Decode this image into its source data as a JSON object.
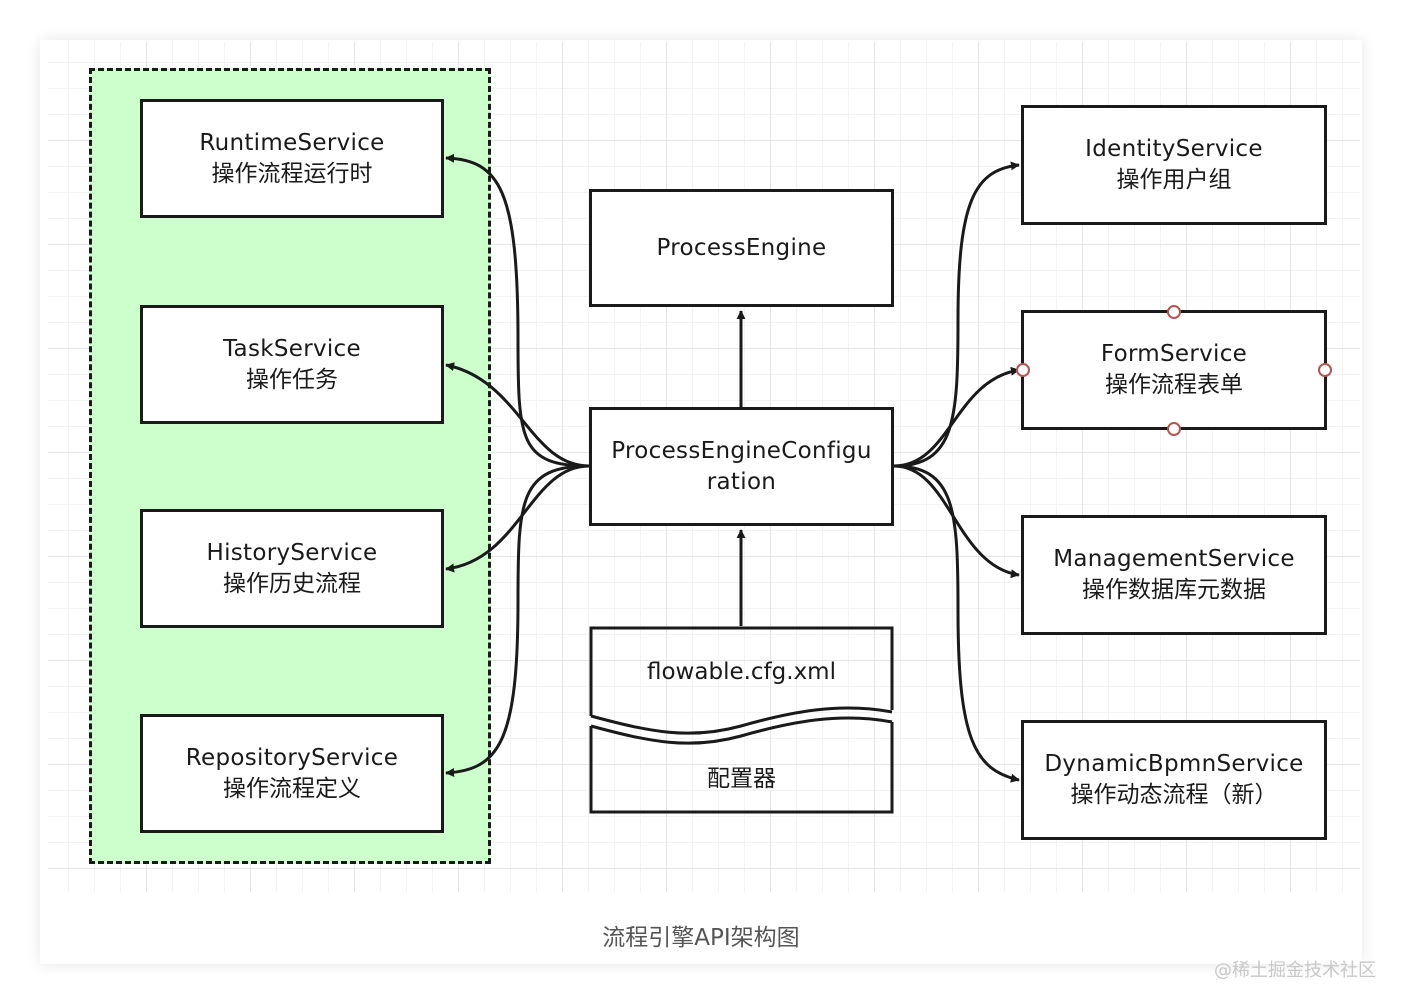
{
  "diagram": {
    "left_group": [
      {
        "id": "runtime",
        "name": "RuntimeService",
        "desc": "操作流程运行时"
      },
      {
        "id": "task",
        "name": "TaskService",
        "desc": "操作任务"
      },
      {
        "id": "history",
        "name": "HistoryService",
        "desc": "操作历史流程"
      },
      {
        "id": "repository",
        "name": "RepositoryService",
        "desc": "操作流程定义"
      }
    ],
    "center": {
      "engine": "ProcessEngine",
      "configuration": "ProcessEngineConfigu\nration",
      "config_file": "flowable.cfg.xml",
      "configurator": "配置器"
    },
    "right_group": [
      {
        "id": "identity",
        "name": "IdentityService",
        "desc": "操作用户组"
      },
      {
        "id": "form",
        "name": "FormService",
        "desc": "操作流程表单"
      },
      {
        "id": "management",
        "name": "ManagementService",
        "desc": "操作数据库元数据"
      },
      {
        "id": "dynamic",
        "name": "DynamicBpmnService",
        "desc": "操作动态流程（新）"
      }
    ],
    "colors": {
      "group_fill": "#ccffcc",
      "stroke": "#1a1a1a",
      "handle": "#b85450"
    }
  },
  "caption": "流程引擎API架构图",
  "watermark": "@稀土掘金技术社区"
}
